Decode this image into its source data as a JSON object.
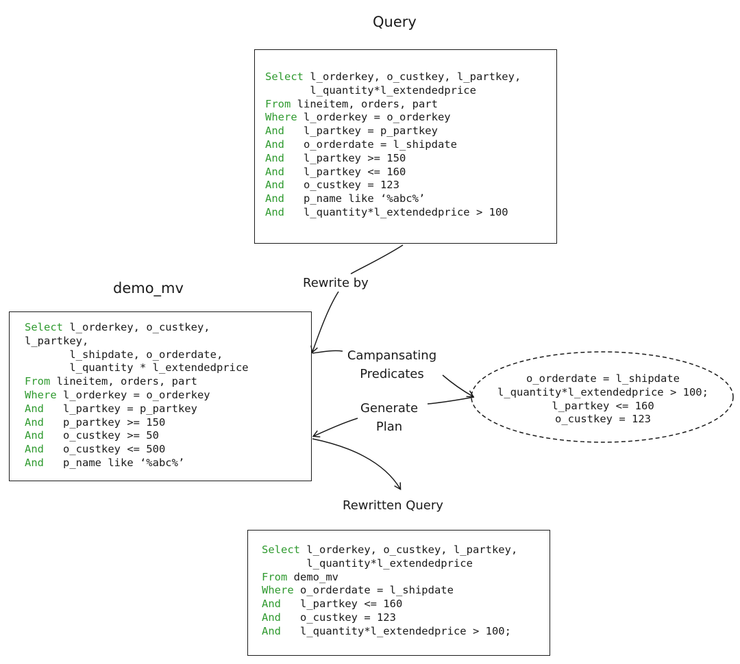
{
  "query": {
    "title": "Query",
    "lines": [
      {
        "kw": "Select",
        "text": " l_orderkey, o_custkey, l_partkey,"
      },
      {
        "kw": "",
        "text": "       l_quantity*l_extendedprice"
      },
      {
        "kw": "From",
        "text": " lineitem, orders, part"
      },
      {
        "kw": "Where",
        "text": " l_orderkey = o_orderkey"
      },
      {
        "kw": "And",
        "text": "   l_partkey = p_partkey"
      },
      {
        "kw": "And",
        "text": "   o_orderdate = l_shipdate"
      },
      {
        "kw": "And",
        "text": "   l_partkey >= 150"
      },
      {
        "kw": "And",
        "text": "   l_partkey <= 160"
      },
      {
        "kw": "And",
        "text": "   o_custkey = 123"
      },
      {
        "kw": "And",
        "text": "   p_name like ‘%abc%’"
      },
      {
        "kw": "And",
        "text": "   l_quantity*l_extendedprice > 100"
      }
    ]
  },
  "mv": {
    "title": "demo_mv",
    "lines": [
      {
        "kw": "Select",
        "text": " l_orderkey, o_custkey,"
      },
      {
        "kw": "",
        "text": "l_partkey,"
      },
      {
        "kw": "",
        "text": "       l_shipdate, o_orderdate,"
      },
      {
        "kw": "",
        "text": "       l_quantity * l_extendedprice"
      },
      {
        "kw": "From",
        "text": " lineitem, orders, part"
      },
      {
        "kw": "Where",
        "text": " l_orderkey = o_orderkey"
      },
      {
        "kw": "And",
        "text": "   l_partkey = p_partkey"
      },
      {
        "kw": "And",
        "text": "   p_partkey >= 150"
      },
      {
        "kw": "And",
        "text": "   o_custkey >= 50"
      },
      {
        "kw": "And",
        "text": "   o_custkey <= 500"
      },
      {
        "kw": "And",
        "text": "   p_name like ‘%abc%’"
      }
    ]
  },
  "rewritten": {
    "title": "Rewritten Query",
    "lines": [
      {
        "kw": "Select",
        "text": " l_orderkey, o_custkey, l_partkey,"
      },
      {
        "kw": "",
        "text": "       l_quantity*l_extendedprice"
      },
      {
        "kw": "From",
        "text": " demo_mv"
      },
      {
        "kw": "Where",
        "text": " o_orderdate = l_shipdate"
      },
      {
        "kw": "And",
        "text": "   l_partkey <= 160"
      },
      {
        "kw": "And",
        "text": "   o_custkey = 123"
      },
      {
        "kw": "And",
        "text": "   l_quantity*l_extendedprice > 100;"
      }
    ]
  },
  "compensating": {
    "lines": [
      "o_orderdate = l_shipdate",
      "l_quantity*l_extendedprice > 100;",
      "l_partkey <= 160",
      "o_custkey = 123"
    ]
  },
  "labels": {
    "rewrite_by": "Rewrite by",
    "compensating_1": "Campansating",
    "compensating_2": "Predicates",
    "generate_1": "Generate",
    "generate_2": "Plan"
  },
  "colors": {
    "keyword": "#2f9a2f",
    "ink": "#1a1a1a"
  }
}
